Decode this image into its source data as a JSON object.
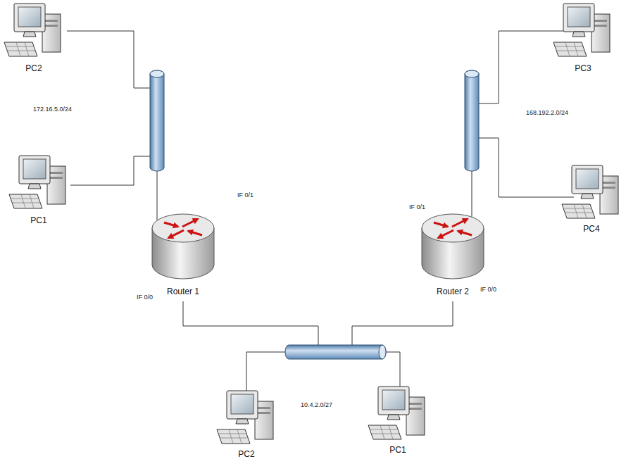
{
  "diagram": {
    "nodes": [
      {
        "text": [
          "PC2"
        ]
      },
      {
        "text": [
          "PC3"
        ]
      },
      {
        "text": [
          "PC1"
        ]
      },
      {
        "text": [
          "PC4"
        ]
      },
      {
        "text": [
          "Router 1"
        ]
      },
      {
        "text": [
          "Router 2"
        ]
      },
      {
        "text": [
          "PC2"
        ]
      },
      {
        "text": [
          "PC1"
        ]
      }
    ],
    "labels": [
      "172.16.5.0/24",
      "168.192.2.0/24",
      "IF 0/1",
      "IF 0/1",
      "IF 0/0",
      "IF 0/0",
      "10.4.2.0/27"
    ]
  }
}
